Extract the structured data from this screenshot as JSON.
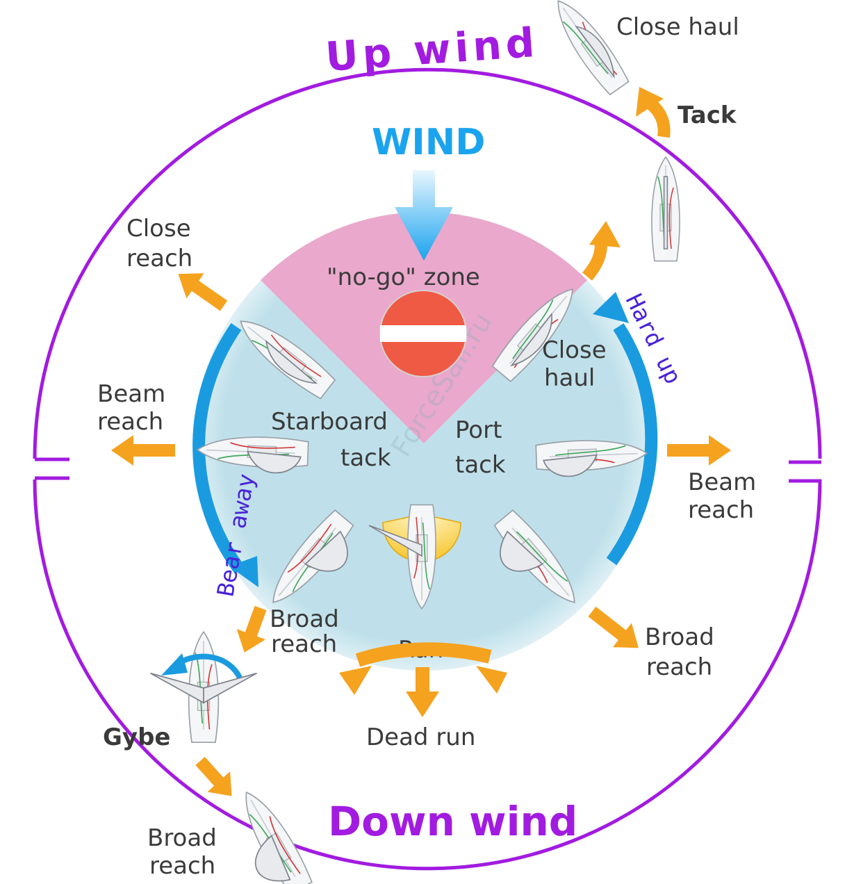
{
  "labels": {
    "up_wind": "Up wind",
    "down_wind": "Down wind",
    "wind": "WIND",
    "no_go_zone": "\"no-go\" zone",
    "tack_action": "Tack",
    "gybe_action": "Gybe",
    "hard_up": "Hard up",
    "bear_away": "Bear away",
    "starboard_tack_1": "Starboard",
    "starboard_tack_2": "tack",
    "port_tack_1": "Port",
    "port_tack_2": "tack",
    "close_haul_top": "Close haul",
    "close_haul_inner_1": "Close",
    "close_haul_inner_2": "haul",
    "close_reach_1": "Close",
    "close_reach_2": "reach",
    "beam_reach_left_1": "Beam",
    "beam_reach_left_2": "reach",
    "beam_reach_right_1": "Beam",
    "beam_reach_right_2": "reach",
    "broad_reach_left_1": "Broad",
    "broad_reach_left_2": "reach",
    "broad_reach_right_1": "Broad",
    "broad_reach_right_2": "reach",
    "broad_reach_bottom_1": "Broad",
    "broad_reach_bottom_2": "reach",
    "run": "Run",
    "dead_run": "Dead run",
    "watermark": "ForceSail.ru"
  },
  "colors": {
    "outer_circle": "#a21be0",
    "inner_disc": "#bfe0ea",
    "no_go_wedge": "#eaa8cc",
    "wind_arrow": "#1aa3ee",
    "turn_arrow": "#1a9be0",
    "point_arrow": "#f5a21f",
    "no_entry_sign": "#ef5a44",
    "spinnaker": "#f7cd3a"
  },
  "icons": {
    "no_entry": "no-entry-sign-icon",
    "boat": "sailboat-icon"
  }
}
